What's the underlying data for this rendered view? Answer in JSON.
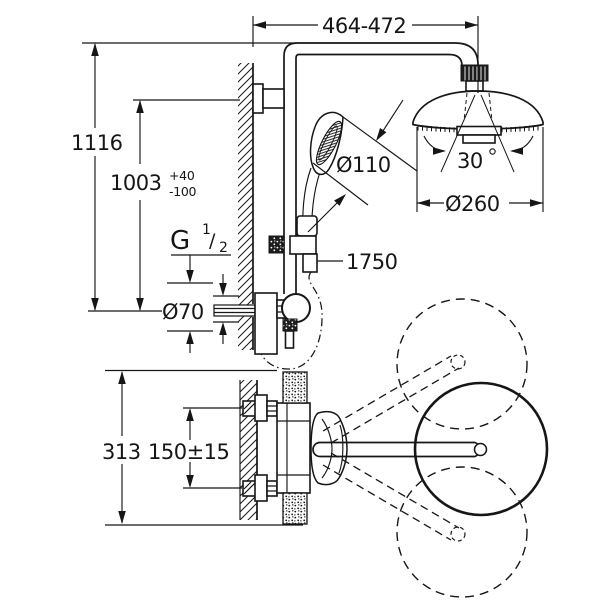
{
  "colors": {
    "background": "#ffffff",
    "line": "#161616"
  },
  "annotations": {
    "arm_reach": "464-472",
    "total_height": "1116",
    "rail_height": "1003",
    "rail_height_tol_plus": "+40",
    "rail_height_tol_minus": "-100",
    "thread": {
      "g": "G",
      "numerator": "1",
      "slash": "/",
      "denominator": "2"
    },
    "escutcheon_diameter": "Ø70",
    "hand_shower_diameter": "Ø110",
    "hose_length": "1750",
    "spray_angle": "30",
    "head_shower_diameter": "Ø260",
    "bottom_view_depth": "313",
    "connection_spacing": "150±15"
  }
}
